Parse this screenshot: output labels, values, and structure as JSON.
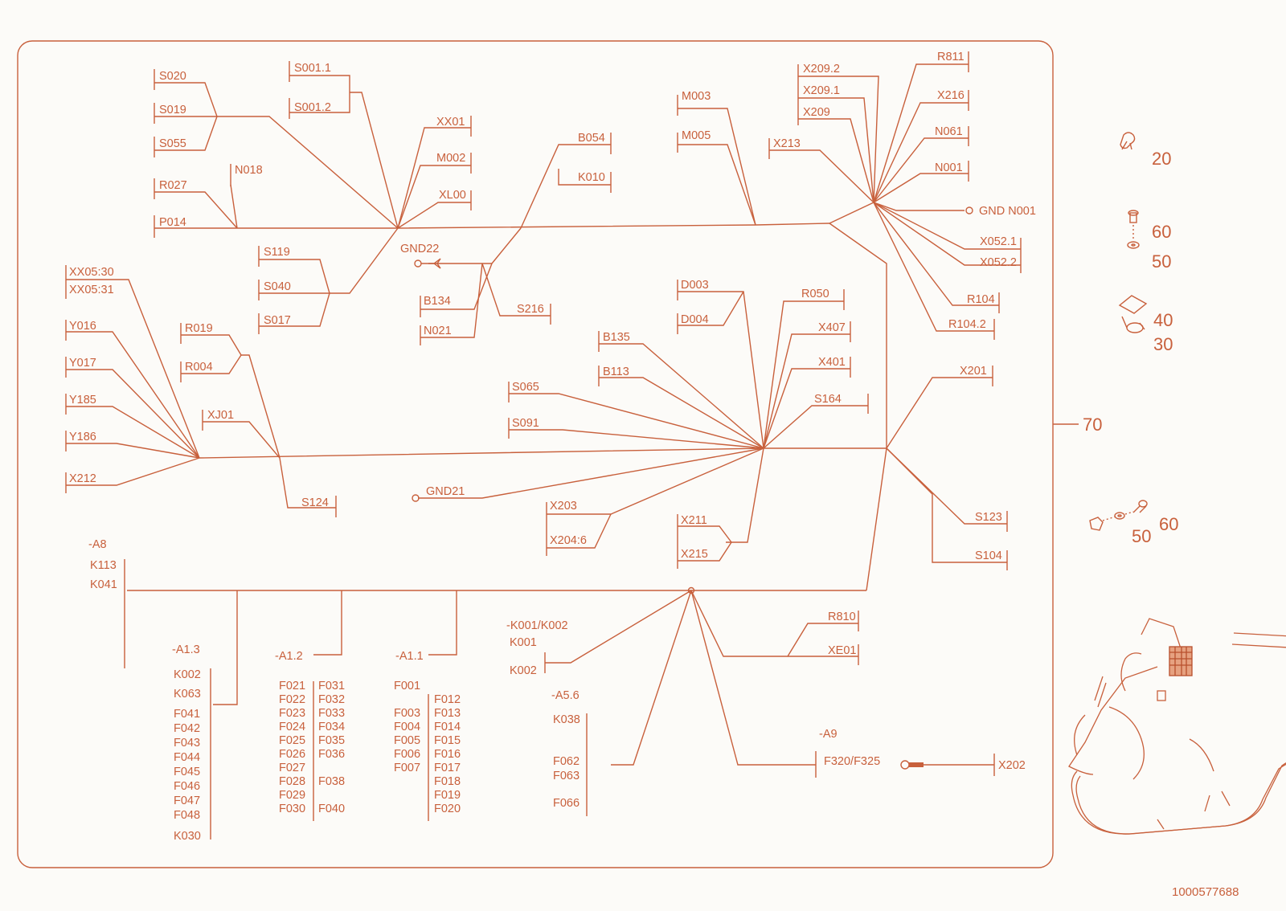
{
  "diagram": {
    "doc_number": "1000577688",
    "frame_callout": "70",
    "parts": [
      {
        "callout": "20",
        "icon": "clip-icon"
      },
      {
        "callout": "60",
        "icon": "screw-icon"
      },
      {
        "callout": "50",
        "icon": "washer-icon"
      },
      {
        "callout": "40",
        "icon": "plate-icon"
      },
      {
        "callout": "30",
        "icon": "clamp-icon"
      },
      {
        "callout": "50",
        "icon": "nut-icon"
      },
      {
        "callout": "60",
        "icon": "bolt-icon"
      }
    ],
    "labels": [
      "S020",
      "S019",
      "S055",
      "S001.1",
      "S001.2",
      "XX01",
      "M002",
      "XL00",
      "N018",
      "R027",
      "P014",
      "B054",
      "K010",
      "GND22",
      "B134",
      "N021",
      "S216",
      "S119",
      "S040",
      "S017",
      "M003",
      "M005",
      "X209.2",
      "X209.1",
      "X209",
      "X213",
      "R811",
      "X216",
      "N061",
      "N001",
      "GND N001",
      "X052.1",
      "X052.2",
      "R104",
      "R104.2",
      "XX05:30",
      "XX05:31",
      "Y016",
      "Y017",
      "Y185",
      "Y186",
      "X212",
      "R019",
      "R004",
      "XJ01",
      "S124",
      "D003",
      "D004",
      "R050",
      "B135",
      "X407",
      "B113",
      "X401",
      "S065",
      "S164",
      "S091",
      "X201",
      "GND21",
      "X203",
      "X204:6",
      "X211",
      "X215",
      "S123",
      "S104",
      "-A8",
      "K113",
      "K041",
      "R810",
      "XE01",
      "-K001/K002",
      "K001",
      "K002",
      "-A1.3",
      "K002",
      "K063",
      "F041",
      "F042",
      "F043",
      "F044",
      "F045",
      "F046",
      "F047",
      "F048",
      "K030",
      "-A1.2",
      "F021",
      "F022",
      "F023",
      "F024",
      "F025",
      "F026",
      "F027",
      "F028",
      "F029",
      "F030",
      "F031",
      "F032",
      "F033",
      "F034",
      "F035",
      "F036",
      "F038",
      "F040",
      "-A1.1",
      "F001",
      "F003",
      "F004",
      "F005",
      "F006",
      "F007",
      "F012",
      "F013",
      "F014",
      "F015",
      "F016",
      "F017",
      "F018",
      "F019",
      "F020",
      "-A5.6",
      "K038",
      "F062",
      "F063",
      "F066",
      "-A9",
      "F320/F325",
      "X202"
    ]
  }
}
